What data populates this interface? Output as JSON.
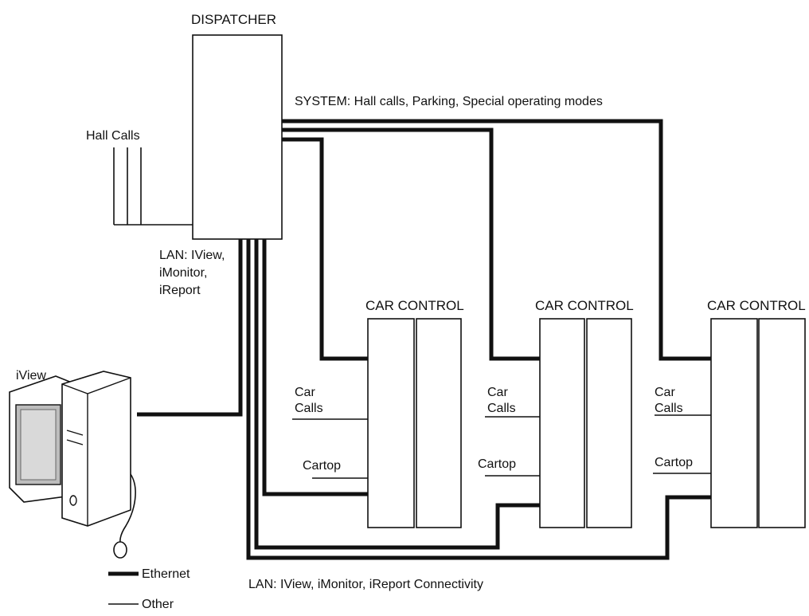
{
  "dispatcher": {
    "title": "DISPATCHER"
  },
  "system_label": "SYSTEM: Hall calls, Parking, Special operating modes",
  "hall_calls_label": "Hall Calls",
  "lan_top": {
    "lines": [
      "LAN: IView,",
      "iMonitor,",
      "iReport"
    ]
  },
  "iview_label": "iView",
  "car_controls": [
    {
      "title": "CAR CONTROL",
      "car_calls": [
        "Car",
        "Calls"
      ],
      "cartop": "Cartop"
    },
    {
      "title": "CAR CONTROL",
      "car_calls": [
        "Car",
        "Calls"
      ],
      "cartop": "Cartop"
    },
    {
      "title": "CAR CONTROL",
      "car_calls": [
        "Car",
        "Calls"
      ],
      "cartop": "Cartop"
    }
  ],
  "lan_bottom_label": "LAN: IView, iMonitor, iReport Connectivity",
  "legend": {
    "ethernet": "Ethernet",
    "other": "Other"
  },
  "colors": {
    "line": "#111111",
    "background": "#ffffff"
  },
  "icons": {
    "computer": "desktop-computer-icon",
    "mouse": "mouse-icon"
  }
}
